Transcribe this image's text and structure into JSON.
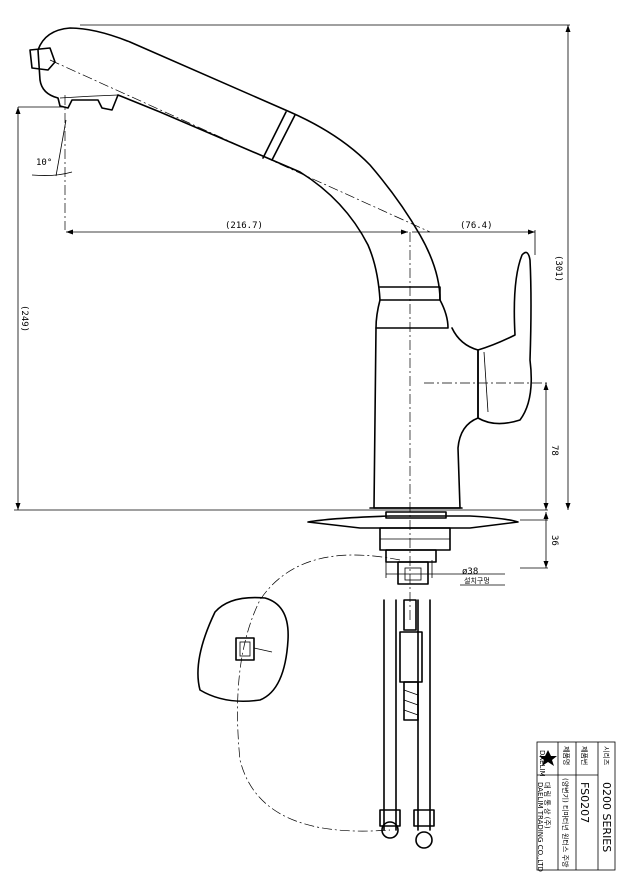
{
  "dimensions": {
    "reach": "(216.7)",
    "handle_offset": "(76.4)",
    "spout_height": "(249)",
    "total_height": "(301)",
    "handle_height": "78",
    "deck_thickness": "36",
    "hole_diameter": "ø38",
    "hole_label": "설치구멍",
    "spout_angle": "10°"
  },
  "title_block": {
    "series_label": "시리즈",
    "series_value": "0200 SERIES",
    "product_no_label": "제품번",
    "product_no_value": "FS0207",
    "product_name_label": "제품명",
    "product_name_value": "(양변기) 티마터년 원터스 주방",
    "company_korean": "대 림 통 상 (주)",
    "company_english": "DAELIM TRADING CO.,LTD",
    "logo_text": "DAELIM"
  }
}
